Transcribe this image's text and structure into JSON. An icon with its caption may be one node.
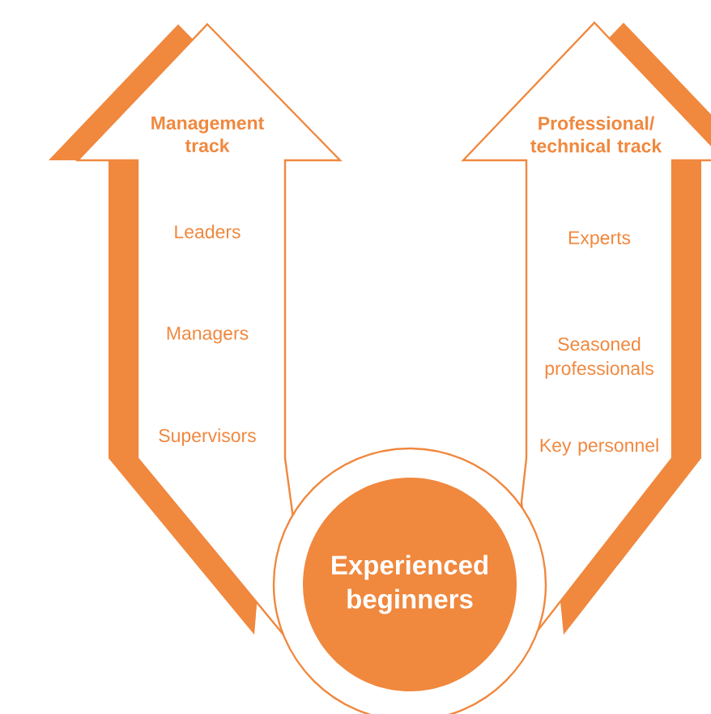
{
  "diagram": {
    "nodes": [
      {
        "text": [
          "Management track",
          "Leaders",
          "Managers",
          "Supervisors"
        ]
      },
      {
        "text": [
          "Professional/ technical track",
          "Experts",
          "Seasoned professionals",
          "Key personnel"
        ]
      },
      {
        "text": [
          "Experienced beginners"
        ]
      }
    ]
  }
}
